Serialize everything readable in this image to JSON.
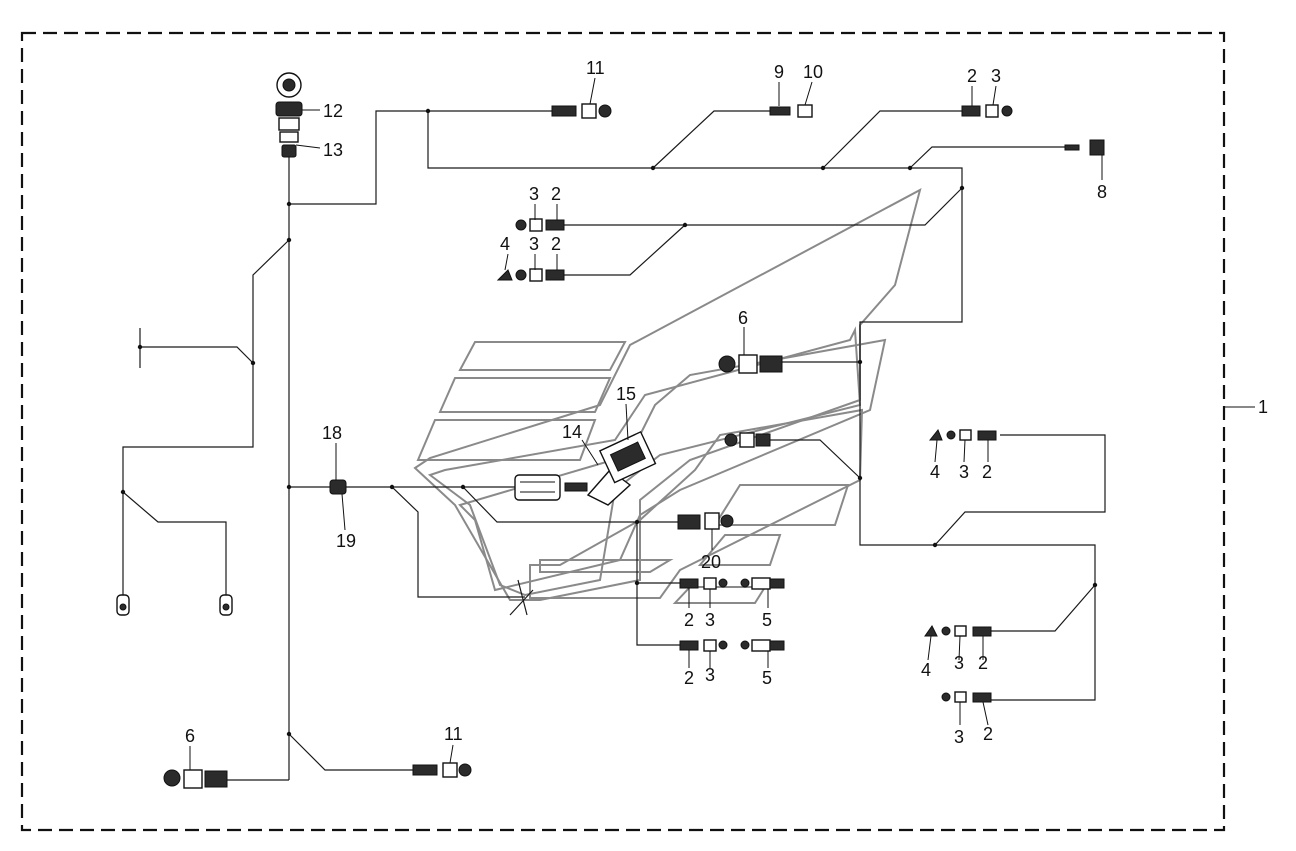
{
  "callouts": {
    "c1": "1",
    "c2": "2",
    "c3": "3",
    "c4": "4",
    "c5": "5",
    "c6": "6",
    "c8": "8",
    "c9": "9",
    "c10": "10",
    "c11": "11",
    "c12": "12",
    "c13": "13",
    "c14": "14",
    "c15": "15",
    "c18": "18",
    "c19": "19",
    "c20": "20"
  },
  "colors": {
    "line": "#1a1a1a",
    "outline": "#8a8a8a",
    "background": "#ffffff"
  },
  "icons": [
    "connector-icon",
    "sensor-icon",
    "ecu-icon",
    "relay-icon",
    "ring-terminal-icon",
    "diagnostic-connector-icon"
  ]
}
